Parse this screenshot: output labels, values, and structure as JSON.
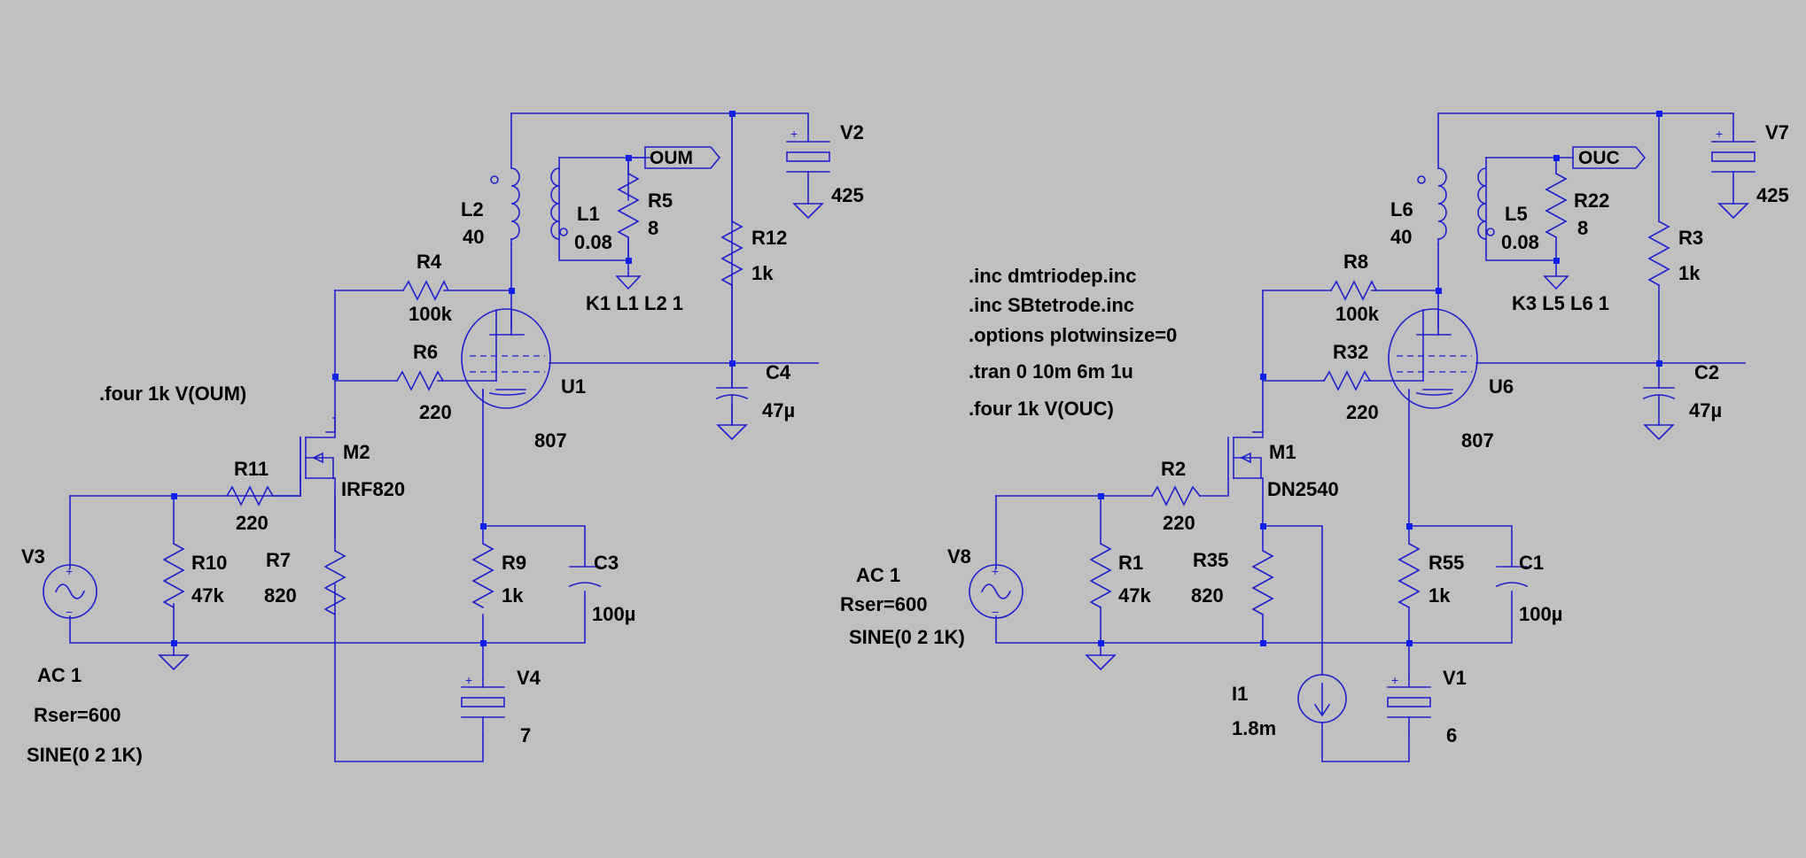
{
  "left": {
    "tube_ref": "U1",
    "tube_val": "807",
    "l_pri_ref": "L2",
    "l_pri_val": "40",
    "l_sec_ref": "L1",
    "l_sec_val": "0.08",
    "load_ref": "R5",
    "load_val": "8",
    "out_net": "OUM",
    "supply_ref": "V2",
    "supply_val": "425",
    "r_g2_ref": "R12",
    "r_g2_val": "1k",
    "cap_g2_ref": "C4",
    "cap_g2_val": "47µ",
    "fb_ref": "R4",
    "fb_val": "100k",
    "grid_ref": "R6",
    "grid_val": "220",
    "coupling": "K1 L1 L2 1",
    "four_cmd": ".four 1k V(OUM)",
    "mos_ref": "M2",
    "mos_val": "IRF820",
    "gate_ref": "R11",
    "gate_val": "220",
    "in_ref": "R10",
    "in_val": "47k",
    "src_ref": "R7",
    "src_val": "820",
    "cath_ref": "R9",
    "cath_val": "1k",
    "cath_cap_ref": "C3",
    "cath_cap_val": "100µ",
    "bias_ref": "V4",
    "bias_val": "7",
    "gen_ref": "V3",
    "gen_ac": "AC 1",
    "gen_rser": "Rser=600",
    "gen_sine": "SINE(0 2 1K)"
  },
  "right": {
    "tube_ref": "U6",
    "tube_val": "807",
    "l_pri_ref": "L6",
    "l_pri_val": "40",
    "l_sec_ref": "L5",
    "l_sec_val": "0.08",
    "load_ref": "R22",
    "load_val": "8",
    "out_net": "OUC",
    "supply_ref": "V7",
    "supply_val": "425",
    "r_g2_ref": "R3",
    "r_g2_val": "1k",
    "cap_g2_ref": "C2",
    "cap_g2_val": "47µ",
    "fb_ref": "R8",
    "fb_val": "100k",
    "grid_ref": "R32",
    "grid_val": "220",
    "coupling": "K3 L5 L6 1",
    "mos_ref": "M1",
    "mos_val": "DN2540",
    "gate_ref": "R2",
    "gate_val": "220",
    "in_ref": "R1",
    "in_val": "47k",
    "src_ref": "R35",
    "src_val": "820",
    "cath_ref": "R55",
    "cath_val": "1k",
    "cath_cap_ref": "C1",
    "cath_cap_val": "100µ",
    "bias_ref": "V1",
    "bias_val": "6",
    "gen_ref": "V8",
    "gen_ac": "AC 1",
    "gen_rser": "Rser=600",
    "gen_sine": "SINE(0 2 1K)",
    "isrc_ref": "I1",
    "isrc_val": "1.8m"
  },
  "directives": [
    ".inc dmtriodep.inc",
    ".inc SBtetrode.inc",
    ".options plotwinsize=0",
    ".tran 0 10m 6m 1u",
    ".four 1k V(OUC)"
  ],
  "colors": {
    "background": "#c0c0c0",
    "wire": "#2020cc",
    "junction": "#1020ee",
    "text": "#000000"
  }
}
